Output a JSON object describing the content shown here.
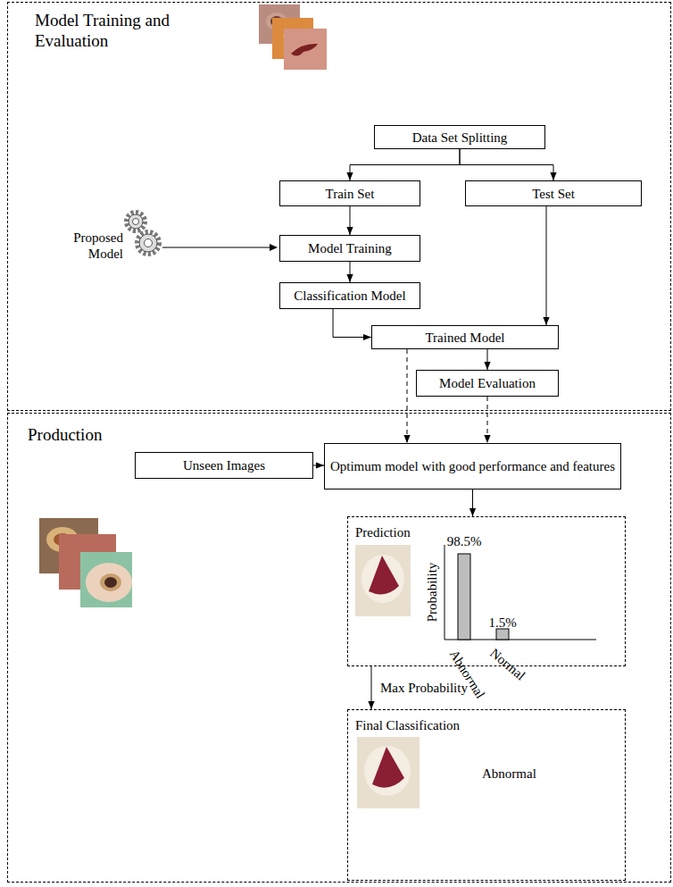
{
  "diagram": {
    "nodes": [
      {
        "text": [
          "Model Training and Evaluation"
        ]
      },
      {
        "text": [
          "Data Set Splitting"
        ],
        "in": 0
      },
      {
        "text": [
          "Train Set"
        ],
        "in": 0
      },
      {
        "text": [
          "Test Set"
        ],
        "in": 0
      },
      {
        "text": [
          "Model Training"
        ],
        "in": 0
      },
      {
        "text": [
          "Classification Model"
        ],
        "in": 0
      },
      {
        "text": [
          "Trained Model"
        ],
        "in": 0
      },
      {
        "text": [
          "Model Evaluation"
        ],
        "in": 0
      },
      {
        "text": [
          "Production"
        ]
      },
      {
        "text": [
          "Unseen Images"
        ],
        "in": 8
      },
      {
        "text": [
          "Optimum model with good performance and features"
        ],
        "in": 8
      },
      {
        "text": [
          "Prediction"
        ],
        "in": 8
      },
      {
        "text": [
          "Final Classification",
          "Abnormal"
        ],
        "in": 8
      }
    ],
    "edges": [
      {
        "from": 1,
        "to": 2,
        "arrow": "to"
      },
      {
        "from": 1,
        "to": 3,
        "arrow": "to"
      },
      {
        "from": 2,
        "to": 4,
        "arrow": "to"
      },
      {
        "from": 4,
        "to": 5,
        "arrow": "to"
      },
      {
        "from": 5,
        "to": 6,
        "arrow": "to"
      },
      {
        "from": 3,
        "to": 6,
        "arrow": "to"
      },
      {
        "from": 6,
        "to": 7,
        "arrow": "to"
      },
      {
        "from": 6,
        "to": 10,
        "arrow": "to"
      },
      {
        "from": 7,
        "to": 10,
        "arrow": "to"
      },
      {
        "from": 9,
        "to": 10,
        "arrow": "to"
      },
      {
        "from": 10,
        "to": 11,
        "arrow": "to"
      },
      {
        "from": 11,
        "to": 12,
        "label": "Max Probability",
        "arrow": "to"
      }
    ],
    "labels": [
      "Proposed Model",
      "Probability",
      "98.5%",
      "1.5%",
      "Abnormal",
      "Normal"
    ]
  }
}
